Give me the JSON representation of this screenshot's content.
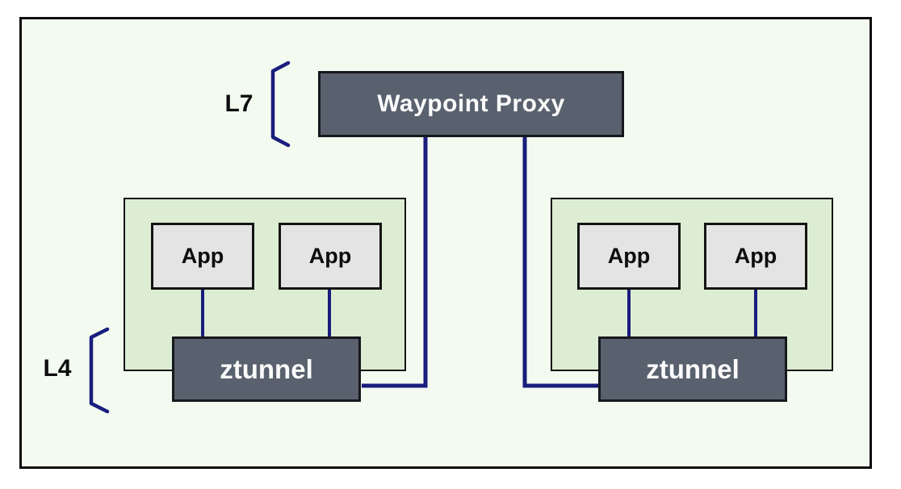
{
  "diagram": {
    "waypoint": {
      "label": "Waypoint Proxy"
    },
    "layer_labels": {
      "l7": "L7",
      "l4": "L4"
    },
    "nodes": [
      {
        "apps": [
          {
            "label": "App"
          },
          {
            "label": "App"
          }
        ],
        "ztunnel": {
          "label": "ztunnel"
        }
      },
      {
        "apps": [
          {
            "label": "App"
          },
          {
            "label": "App"
          }
        ],
        "ztunnel": {
          "label": "ztunnel"
        }
      }
    ],
    "colors": {
      "canvas_background": "#f3faf0",
      "node_background": "#dcedd3",
      "dark_box_fill": "#59616e",
      "app_box_fill": "#e4e4e4",
      "connector_navy": "#191d7c",
      "border_black": "#141414",
      "text_light": "#fafafa",
      "text_dark": "#0d0d0d"
    }
  }
}
